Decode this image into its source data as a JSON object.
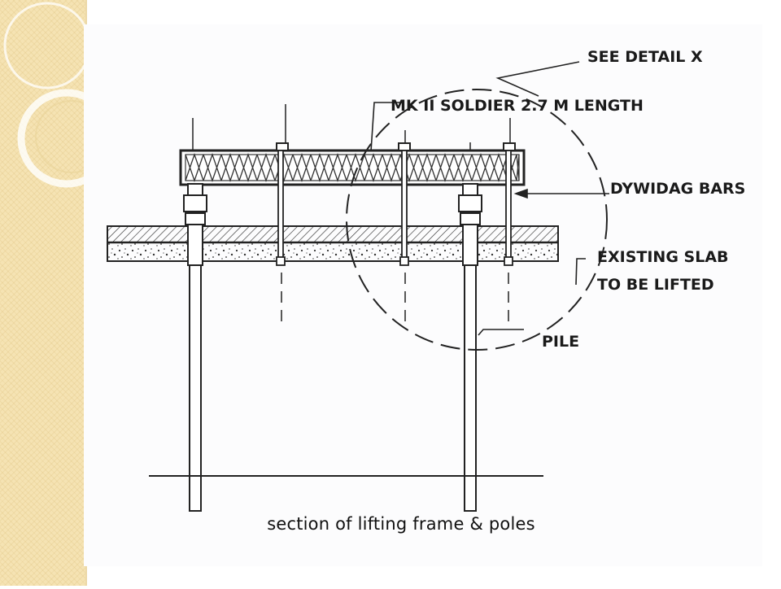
{
  "diagram": {
    "labels": {
      "see_detail": "SEE DETAIL X",
      "soldier": "MK II SOLDIER 2.7 M LENGTH",
      "dywidag": "DYWIDAG BARS",
      "slab_line1": "EXISTING SLAB",
      "slab_line2": "TO BE LIFTED",
      "pile": "PILE"
    }
  },
  "caption": "section of lifting frame & poles"
}
